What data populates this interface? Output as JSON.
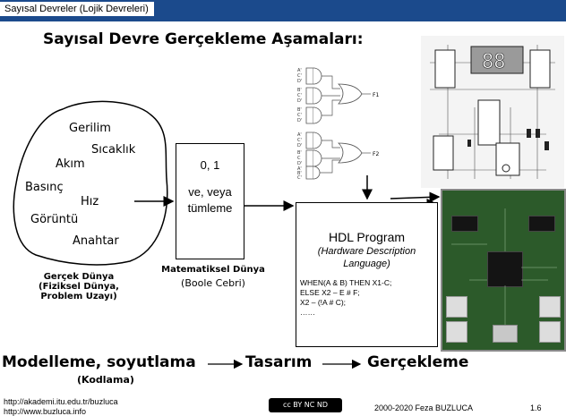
{
  "header": {
    "title": "Sayısal Devreler (Lojik Devreleri)"
  },
  "slide": {
    "heading": "Sayısal Devre Gerçekleme Aşamaları:"
  },
  "real_world": {
    "words": [
      "Gerilim",
      "Sıcaklık",
      "Akım",
      "Basınç",
      "Hız",
      "Görüntü",
      "Anahtar"
    ],
    "caption": [
      "Gerçek Dünya",
      "(Fiziksel Dünya,",
      "Problem Uzayı)"
    ]
  },
  "math_world": {
    "values": [
      "0, 1",
      "ve, veya",
      "tümleme"
    ],
    "caption": "Matematiksel Dünya",
    "subcaption": "(Boole Cebri)"
  },
  "hdl_box": {
    "title": "HDL Program",
    "subtitle": [
      "(Hardware Description",
      "Language)"
    ],
    "code": [
      "WHEN(A & B) THEN X1-C;",
      "ELSE X2 – E # F;",
      "X2 – (!A # C);",
      "……"
    ]
  },
  "gates": {
    "inputs": [
      "A'",
      "C'",
      "D'",
      "B'",
      "C'",
      "D'",
      "B'",
      "C'",
      "D'",
      "A'",
      "C'",
      "D'",
      "B'",
      "C",
      "D'",
      "A'",
      "B'",
      "C'",
      "B",
      "C",
      "D'"
    ],
    "outputs": [
      "F1",
      "F2"
    ]
  },
  "display": {
    "digits": "88"
  },
  "bottom": {
    "modelling": "Modelleme, soyutlama",
    "coding": "(Kodlama)",
    "design": "Tasarım",
    "realization": "Gerçekleme"
  },
  "footer": {
    "url1": "http://akademi.itu.edu.tr/buzluca",
    "url2": "http://www.buzluca.info",
    "license": "cc BY NC ND",
    "copyright": "2000-2020 Feza BUZLUCA",
    "page": "1.6"
  }
}
